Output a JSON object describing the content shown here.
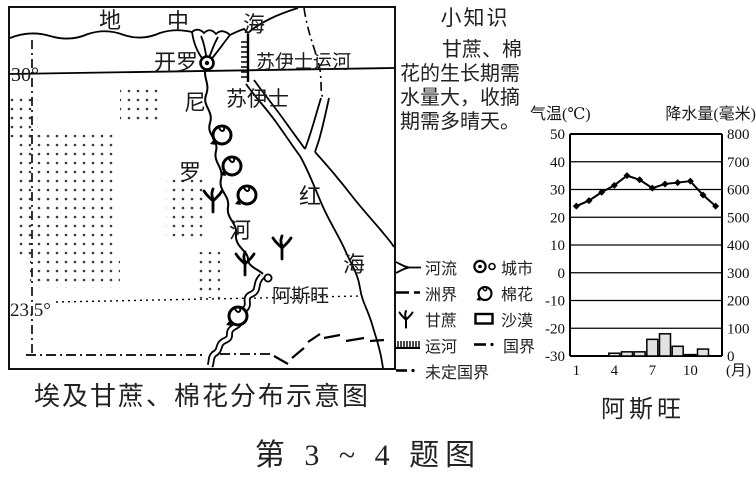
{
  "map": {
    "caption": "埃及甘蔗、棉花分布示意图",
    "labels": {
      "sea_med_1": "地",
      "sea_med_2": "中",
      "sea_med_3": "海",
      "cairo": "开罗",
      "suez_canal": "苏伊士运河",
      "suez_city": "苏伊士",
      "nile_1": "尼",
      "nile_2": "罗",
      "nile_3": "河",
      "red_sea_1": "红",
      "red_sea_2": "海",
      "aswan": "阿斯旺",
      "lat_30": "30°",
      "lat_23_5": "23.5°"
    },
    "legend": {
      "river": "河流",
      "city": "城市",
      "continent_border": "洲界",
      "cotton": "棉花",
      "sugarcane": "甘蔗",
      "desert": "沙漠",
      "canal": "运河",
      "national_border": "国界",
      "undefined_border": "未定国界"
    }
  },
  "note": {
    "title": "小知识",
    "lines": [
      "甘蔗、棉",
      "花的生长期需",
      "水量大，收摘",
      "期需多晴天。"
    ]
  },
  "chart_data": {
    "type": "combo-climate (line + bar)",
    "station": "阿斯旺",
    "temp_axis_label": "气温(℃)",
    "precip_axis_label": "降水量(毫米)",
    "months": [
      1,
      2,
      3,
      4,
      5,
      6,
      7,
      8,
      9,
      10,
      11,
      12
    ],
    "temp_c": [
      24,
      26,
      29,
      31.5,
      35,
      33.5,
      30.5,
      32,
      32.5,
      33,
      28,
      24
    ],
    "precip_mm": [
      0,
      0,
      0,
      10,
      15,
      15,
      60,
      80,
      35,
      5,
      25,
      0
    ],
    "temp_ticks": [
      50,
      40,
      30,
      20,
      10,
      0,
      -10,
      -20,
      -30
    ],
    "precip_ticks": [
      800,
      700,
      600,
      500,
      400,
      300,
      200,
      100,
      0
    ],
    "x_tick_months": [
      1,
      4,
      7,
      10
    ],
    "x_unit": "(月)",
    "temp_range": [
      -30,
      50
    ],
    "precip_range": [
      0,
      800
    ],
    "grid": "horizontal lines every 10℃ / 100mm",
    "caption": "阿斯旺"
  },
  "figure_caption": "第 3 ~ 4 题图"
}
